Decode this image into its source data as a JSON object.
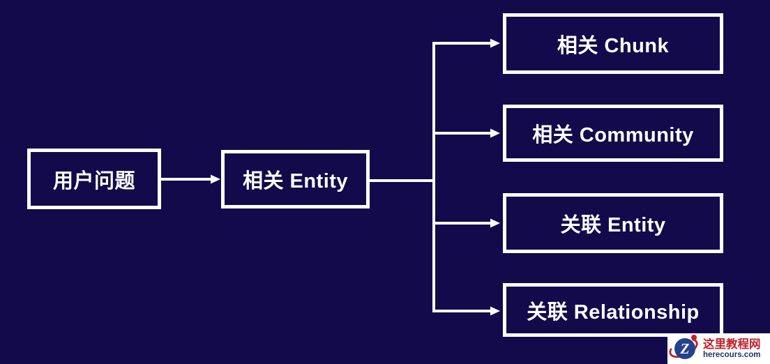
{
  "diagram": {
    "background_color": "#120a4a",
    "line_color": "#ffffff",
    "nodes": [
      {
        "id": "user-question",
        "label": "用户问题"
      },
      {
        "id": "related-entity",
        "label": "相关 Entity"
      },
      {
        "id": "related-chunk",
        "label": "相关 Chunk"
      },
      {
        "id": "related-community",
        "label": "相关 Community"
      },
      {
        "id": "linked-entity",
        "label": "关联 Entity"
      },
      {
        "id": "linked-relationship",
        "label": "关联 Relationship"
      }
    ],
    "edges": [
      {
        "from": "user-question",
        "to": "related-entity"
      },
      {
        "from": "related-entity",
        "to": "related-chunk"
      },
      {
        "from": "related-entity",
        "to": "related-community"
      },
      {
        "from": "related-entity",
        "to": "linked-entity"
      },
      {
        "from": "related-entity",
        "to": "linked-relationship"
      }
    ]
  },
  "watermark": {
    "site_name": "这里教程网",
    "site_url": "herecours.com",
    "logo_letter": "Z",
    "brand_red": "#c2222b",
    "brand_blue": "#24418e"
  }
}
